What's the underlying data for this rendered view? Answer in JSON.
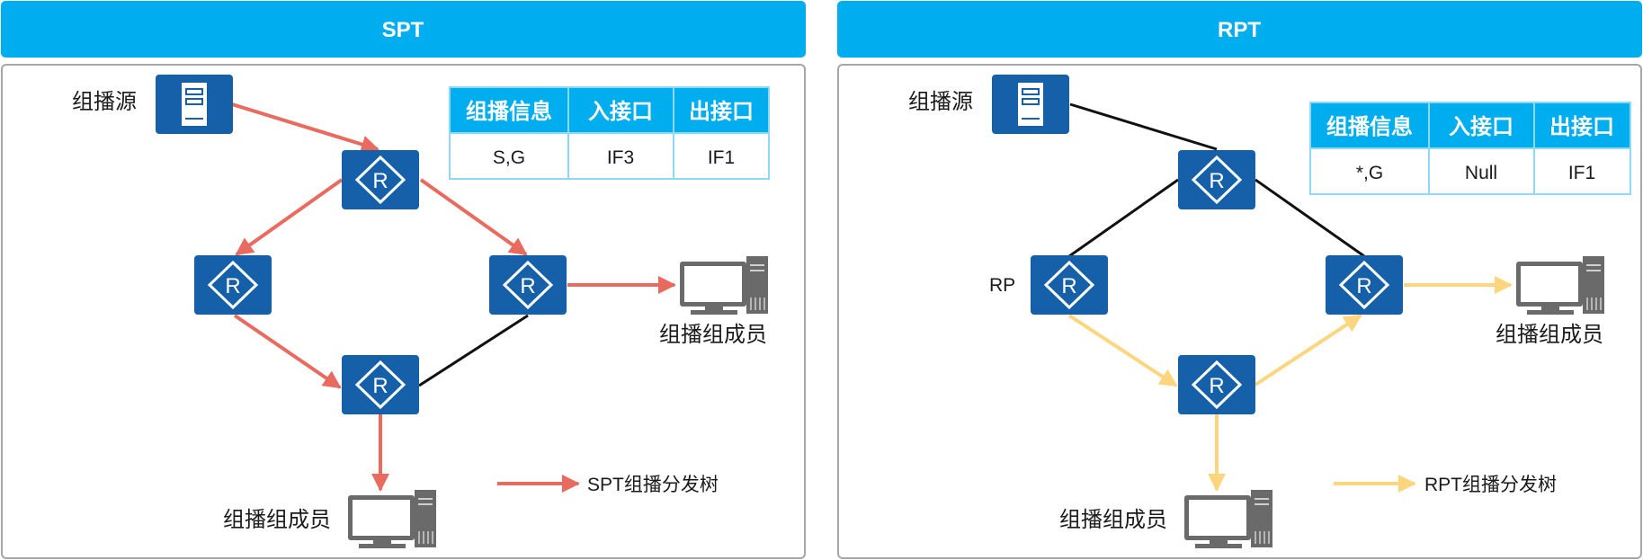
{
  "spt": {
    "title": "SPT",
    "source_label": "组播源",
    "table": {
      "headers": [
        "组播信息",
        "入接口",
        "出接口"
      ],
      "row": [
        "S,G",
        "IF3",
        "IF1"
      ]
    },
    "member_right": "组播组成员",
    "member_bottom": "组播组成员",
    "legend": "SPT组播分发树",
    "tree_color": "#E96A5E"
  },
  "rpt": {
    "title": "RPT",
    "source_label": "组播源",
    "rp_label": "RP",
    "table": {
      "headers": [
        "组播信息",
        "入接口",
        "出接口"
      ],
      "row": [
        "*,G",
        "Null",
        "IF1"
      ]
    },
    "member_right": "组播组成员",
    "member_bottom": "组播组成员",
    "legend": "RPT组播分发树",
    "tree_color": "#FDD57E"
  },
  "colors": {
    "header": "#00AEEF",
    "router": "#1560A8",
    "table_header": "#00AEEF",
    "table_border": "#8ED8F8"
  },
  "icons": {
    "router": "router-icon",
    "server": "server-icon",
    "pc": "pc-icon"
  }
}
